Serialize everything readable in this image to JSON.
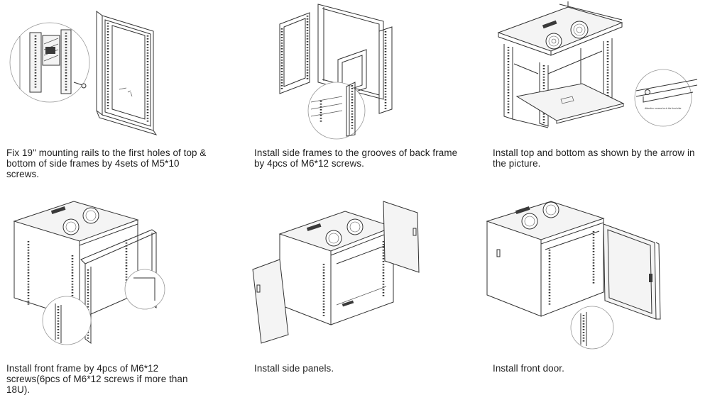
{
  "steps": [
    {
      "caption": "Fix 19\" mounting rails to the first holes of top & bottom of side frames by 4sets of M5*10 screws."
    },
    {
      "caption": "Install side frames to the grooves of back frame by 4pcs of M6*12 screws."
    },
    {
      "caption": "Install top and bottom as shown by the arrow in the picture."
    },
    {
      "caption": "Install front frame by 4pcs of M6*12 screws(6pcs of M6*12 screws if more than 18U)."
    },
    {
      "caption": "Install side panels."
    },
    {
      "caption": "Install front door."
    }
  ],
  "callouts": {
    "attention_note": "Attention: screws be in the front side"
  }
}
